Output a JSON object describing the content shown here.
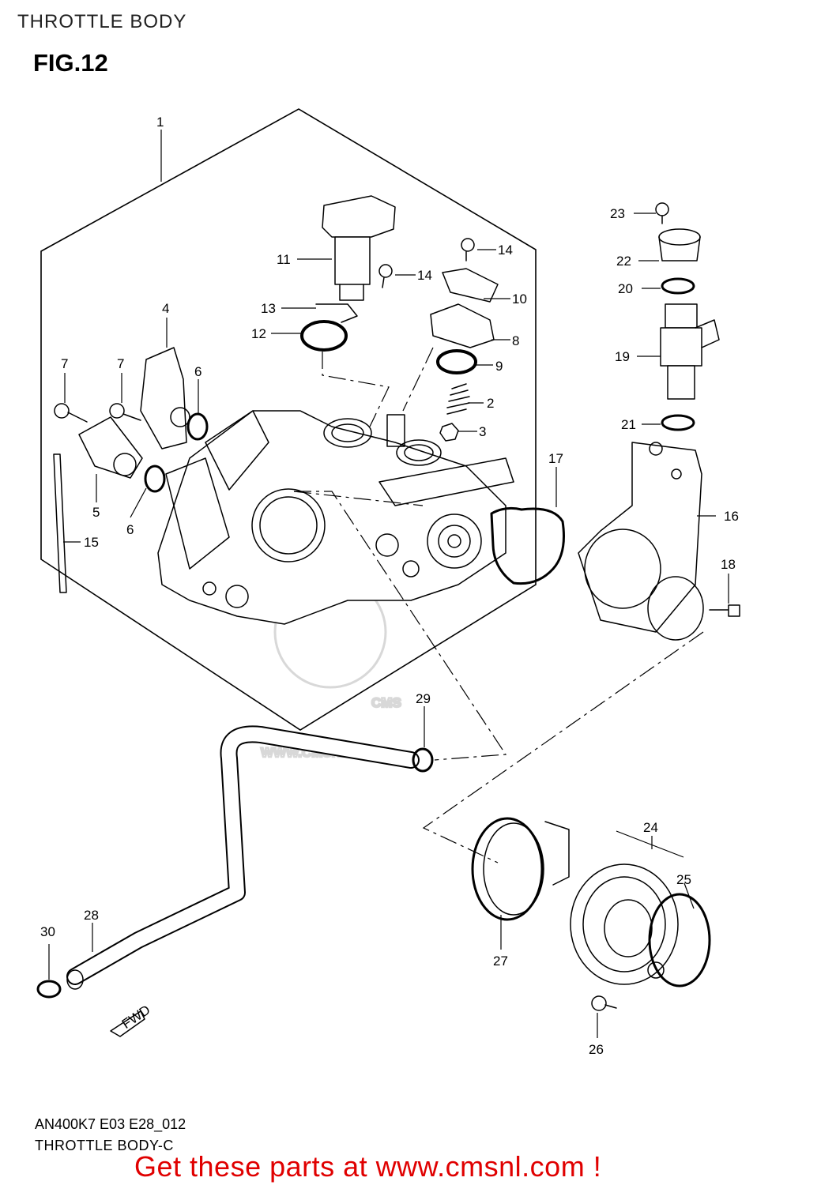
{
  "header": {
    "title": "THROTTLE BODY",
    "figure": "FIG.12"
  },
  "watermark": {
    "logo_text": "CMS",
    "url_text": "WWW.CMSNL.COM"
  },
  "parts": [
    {
      "key": "p1",
      "label": "1"
    },
    {
      "key": "p2",
      "label": "2"
    },
    {
      "key": "p3",
      "label": "3"
    },
    {
      "key": "p4",
      "label": "4"
    },
    {
      "key": "p5",
      "label": "5"
    },
    {
      "key": "p6a",
      "label": "6"
    },
    {
      "key": "p6b",
      "label": "6"
    },
    {
      "key": "p7a",
      "label": "7"
    },
    {
      "key": "p7b",
      "label": "7"
    },
    {
      "key": "p8",
      "label": "8"
    },
    {
      "key": "p9",
      "label": "9"
    },
    {
      "key": "p10",
      "label": "10"
    },
    {
      "key": "p11",
      "label": "11"
    },
    {
      "key": "p12",
      "label": "12"
    },
    {
      "key": "p13",
      "label": "13"
    },
    {
      "key": "p14a",
      "label": "14"
    },
    {
      "key": "p14b",
      "label": "14"
    },
    {
      "key": "p15",
      "label": "15"
    },
    {
      "key": "p16",
      "label": "16"
    },
    {
      "key": "p17",
      "label": "17"
    },
    {
      "key": "p18",
      "label": "18"
    },
    {
      "key": "p19",
      "label": "19"
    },
    {
      "key": "p20",
      "label": "20"
    },
    {
      "key": "p21",
      "label": "21"
    },
    {
      "key": "p22",
      "label": "22"
    },
    {
      "key": "p23",
      "label": "23"
    },
    {
      "key": "p24",
      "label": "24"
    },
    {
      "key": "p25",
      "label": "25"
    },
    {
      "key": "p26",
      "label": "26"
    },
    {
      "key": "p27",
      "label": "27"
    },
    {
      "key": "p28",
      "label": "28"
    },
    {
      "key": "p29",
      "label": "29"
    },
    {
      "key": "p30",
      "label": "30"
    }
  ],
  "fwd_label": "FWD",
  "footer": {
    "model_code": "AN400K7 E03 E28_012",
    "diagram_title": "THROTTLE BODY-C",
    "link_text": "Get these parts at www.cmsnl.com !"
  },
  "colors": {
    "link": "#e00000",
    "line": "#000000",
    "watermark": "#d8d8d8"
  }
}
